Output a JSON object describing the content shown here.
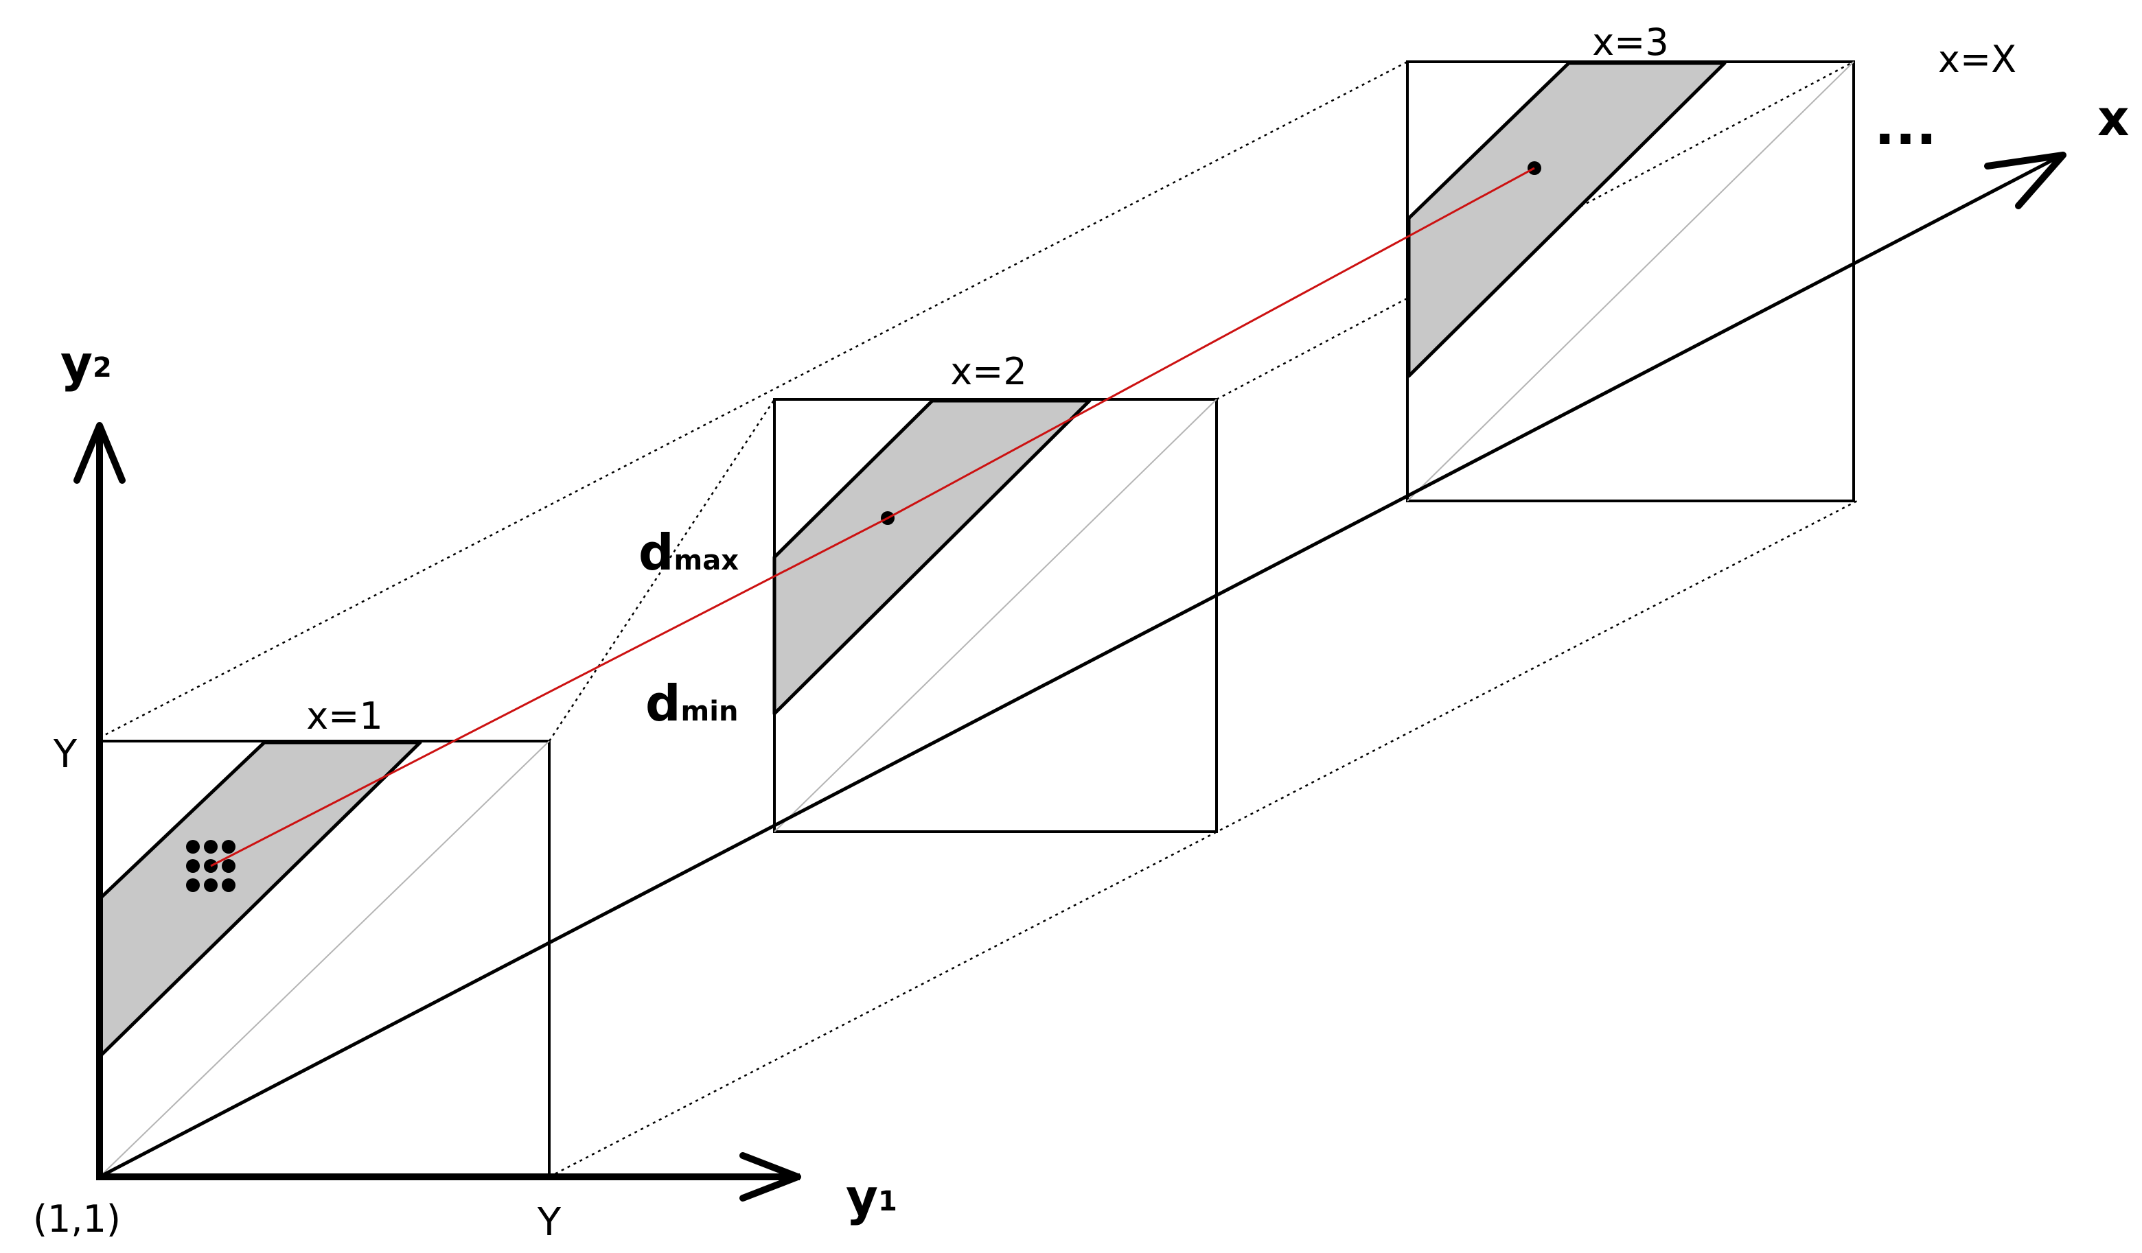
{
  "axes": {
    "y1": {
      "label": "y",
      "subscript": "1"
    },
    "y2": {
      "label": "y",
      "subscript": "2"
    },
    "x": {
      "label": "x"
    },
    "origin_label": "(1,1)",
    "y_max_label_vertical": "Y",
    "y_max_label_horizontal": "Y"
  },
  "slices": [
    {
      "label": "x=1"
    },
    {
      "label": "x=2"
    },
    {
      "label": "x=3"
    }
  ],
  "last_slice_label": "x=X",
  "ellipsis": "...",
  "band_labels": {
    "dmax": {
      "main": "d",
      "sub": "max"
    },
    "dmin": {
      "main": "d",
      "sub": "min"
    }
  },
  "colors": {
    "band_fill": "#c8c8c8",
    "path_line": "#cc1111",
    "frame": "#000000",
    "diagonal": "#b4b4b4"
  }
}
